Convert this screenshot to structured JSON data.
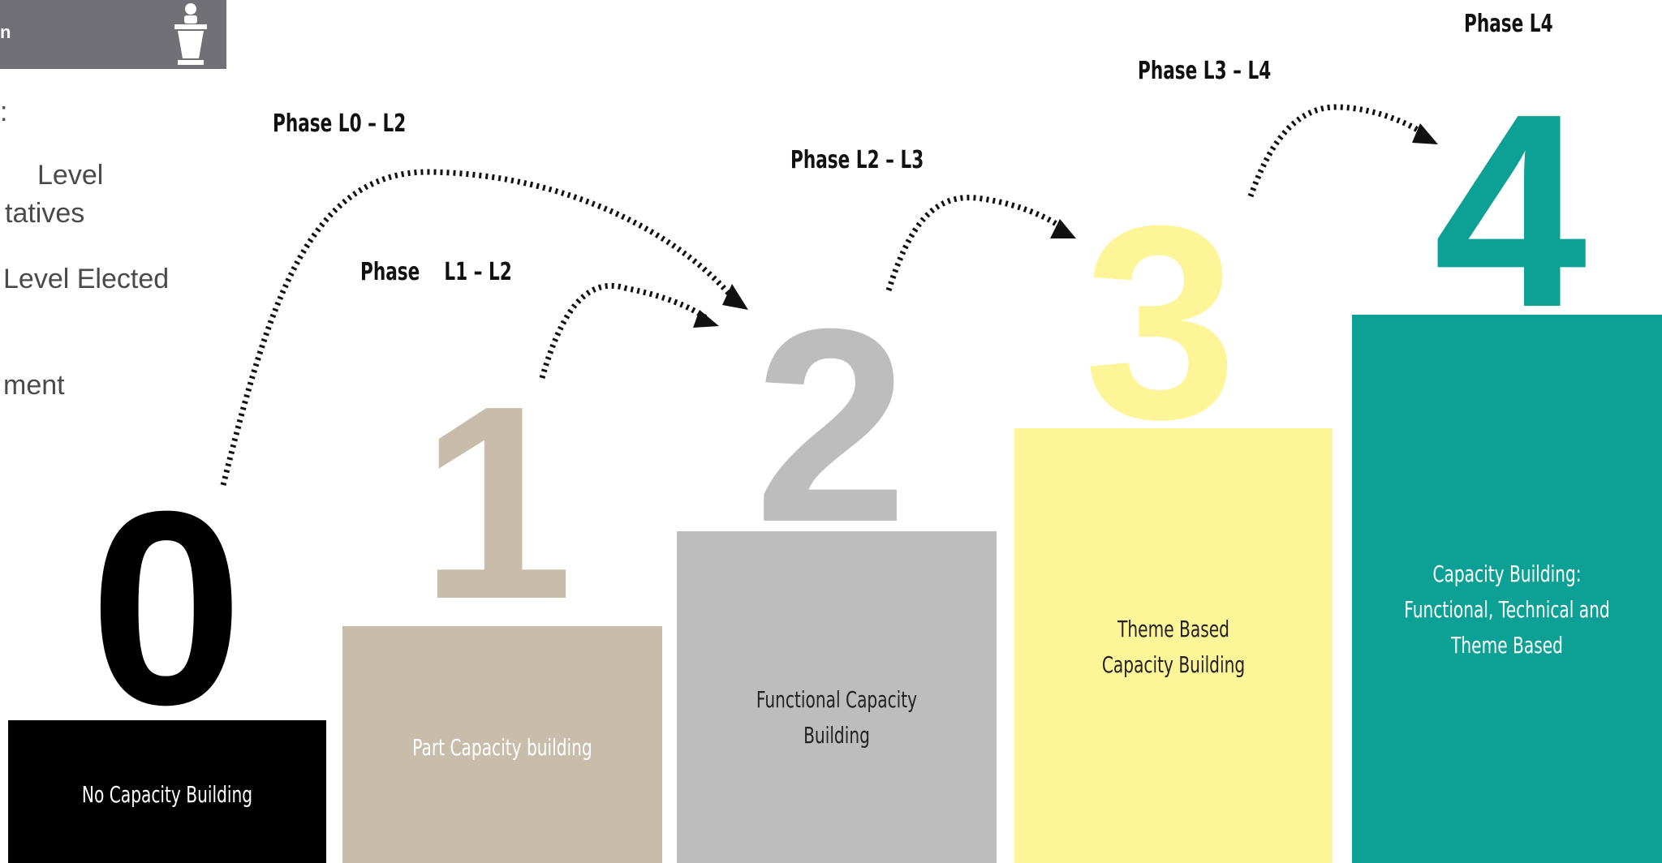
{
  "header": {
    "label": "n",
    "icon": "podium-speaker-icon",
    "bar_color": "#727077"
  },
  "side_list": {
    "items": [
      ":",
      "Level",
      "tatives",
      "Level Elected",
      "ment"
    ]
  },
  "steps": [
    {
      "digit": "0",
      "label": "No Capacity Building",
      "block_color": "#000000",
      "digit_color": "#000000",
      "label_color": "#ffffff"
    },
    {
      "digit": "1",
      "label": "Part Capacity building",
      "block_color": "#c8bcab",
      "digit_color": "#c8bcab",
      "label_color": "#ffffff"
    },
    {
      "digit": "2",
      "label": "Functional Capacity Building",
      "block_color": "#bdbdbd",
      "digit_color": "#bdbdbd",
      "label_color": "#222222"
    },
    {
      "digit": "3",
      "label": "Theme Based Capacity Building",
      "block_color": "#fef599",
      "digit_color": "#fef599",
      "label_color": "#222222"
    },
    {
      "digit": "4",
      "label": "Capacity Building: Functional, Technical and Theme Based",
      "block_color": "#0ca194",
      "digit_color": "#0ca194",
      "label_color": "#ffffff"
    }
  ],
  "phases": [
    {
      "label": "Phase L0 – L2"
    },
    {
      "label": "Phase    L1 – L2"
    },
    {
      "label": "Phase L2 – L3"
    },
    {
      "label": "Phase L3 – L4"
    },
    {
      "label": "Phase L4"
    }
  ]
}
